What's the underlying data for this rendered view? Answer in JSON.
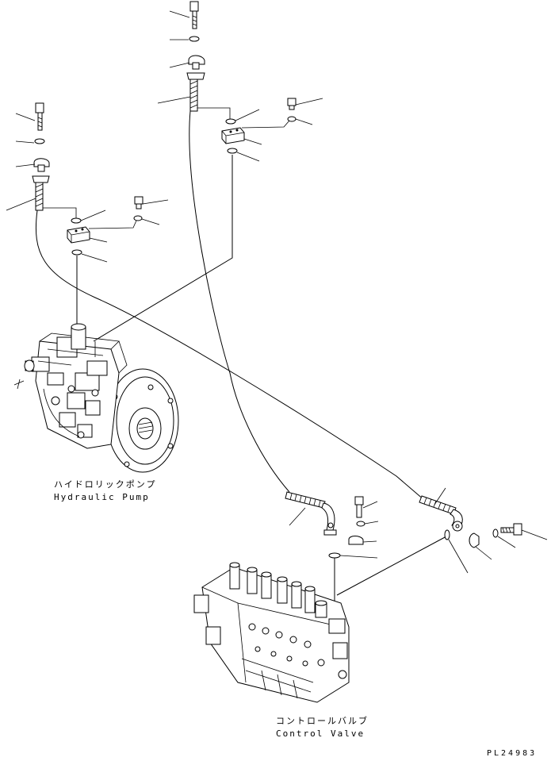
{
  "assemblies": {
    "pump": {
      "name_jp": "ハイドロリックポンプ",
      "name_en": "Hydraulic Pump"
    },
    "valve": {
      "name_jp": "コントロールバルブ",
      "name_en": "Control Valve"
    }
  },
  "drawing_code": "PL24983",
  "parts": [
    "bolt-icon",
    "washer-icon",
    "clamp-icon",
    "hose-icon",
    "o-ring-icon",
    "flange-block-icon",
    "plug-icon"
  ]
}
